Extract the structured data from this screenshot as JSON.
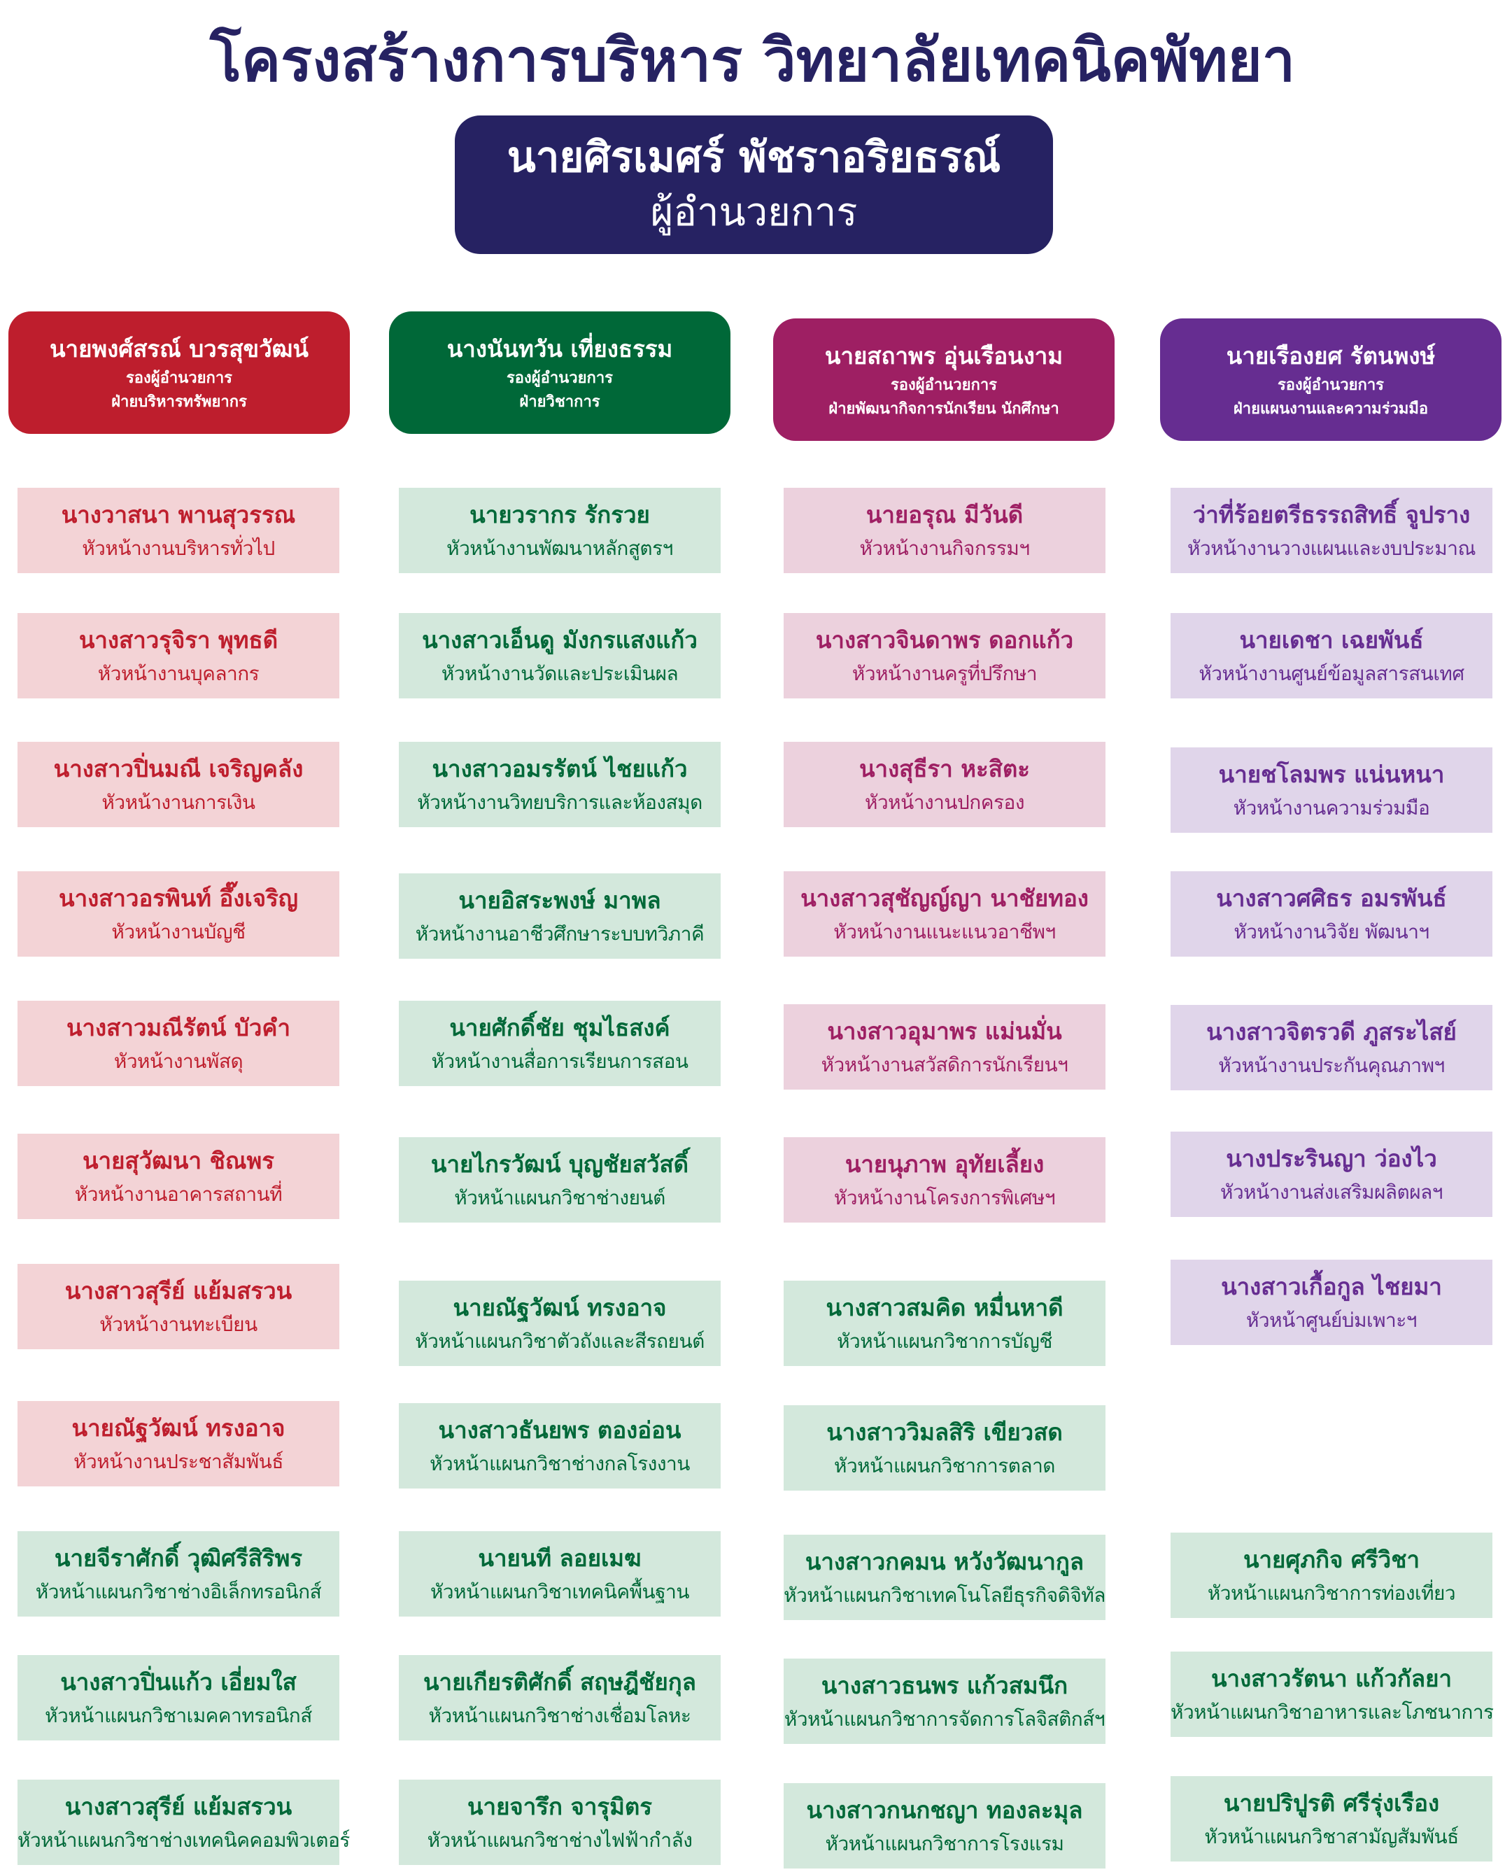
{
  "title": "โครงสร้างการบริหาร วิทยาลัยเทคนิคพัทยา",
  "director": {
    "name": "นายศิรเมศร์ พัชราอริยธรณ์",
    "position": "ผู้อำนวยการ"
  },
  "colors": {
    "navy": "#262262",
    "red": "#be1e2d",
    "red_card": "#f3d3d6",
    "red_text": "#be1e2d",
    "green": "#006838",
    "green_card": "#d3e8dc",
    "green_text": "#006838",
    "magenta": "#9e1f63",
    "magenta_card": "#ecd1dd",
    "magenta_text": "#9e1f63",
    "purple": "#662d91",
    "purple_card": "#e0d5ea",
    "purple_text": "#662d91"
  },
  "columns": [
    {
      "head": {
        "name": "นายพงศ์สรณ์ บวรสุขวัฒน์",
        "role": "รองผู้อำนวยการ",
        "dept": "ฝ่ายบริหารทรัพยากร"
      },
      "cards": [
        {
          "name": "นางวาสนา พานสุวรรณ",
          "position": "หัวหน้างานบริหารทั่วไป"
        },
        {
          "name": "นางสาวรุจิรา พุทธดี",
          "position": "หัวหน้างานบุคลากร"
        },
        {
          "name": "นางสาวปิ่นมณี เจริญคลัง",
          "position": "หัวหน้างานการเงิน"
        },
        {
          "name": "นางสาวอรพินท์ อึ๊งเจริญ",
          "position": "หัวหน้างานบัญชี"
        },
        {
          "name": "นางสาวมณีรัตน์ บัวคำ",
          "position": "หัวหน้างานพัสดุ"
        },
        {
          "name": "นายสุวัฒนา ชิณพร",
          "position": "หัวหน้างานอาคารสถานที่"
        },
        {
          "name": "นางสาวสุรีย์ แย้มสรวน",
          "position": "หัวหน้างานทะเบียน"
        },
        {
          "name": "นายณัฐวัฒน์ ทรงอาจ",
          "position": "หัวหน้างานประชาสัมพันธ์"
        },
        {
          "name": "นายจีราศักดิ์ วุฒิศรีสิริพร",
          "position": "หัวหน้าแผนกวิชาช่างอิเล็กทรอนิกส์"
        },
        {
          "name": "นางสาวปิ่นแก้ว เอี่ยมใส",
          "position": "หัวหน้าแผนกวิชาเมคคาทรอนิกส์"
        },
        {
          "name": "นางสาวสุรีย์ แย้มสรวน",
          "position": "หัวหน้าแผนกวิชาช่างเทคนิคคอมพิวเตอร์"
        }
      ]
    },
    {
      "head": {
        "name": "นางนันทวัน เที่ยงธรรม",
        "role": "รองผู้อำนวยการ",
        "dept": "ฝ่ายวิชาการ"
      },
      "cards": [
        {
          "name": "นายวรากร รักรวย",
          "position": "หัวหน้างานพัฒนาหลักสูตรฯ"
        },
        {
          "name": "นางสาวเอ็นดู มังกรแสงแก้ว",
          "position": "หัวหน้างานวัดและประเมินผล"
        },
        {
          "name": "นางสาวอมรรัตน์ ไชยแก้ว",
          "position": "หัวหน้างานวิทยบริการและห้องสมุด"
        },
        {
          "name": "นายอิสระพงษ์ มาพล",
          "position": "หัวหน้างานอาชีวศึกษาระบบทวิภาคี"
        },
        {
          "name": "นายศักดิ์ชัย ชุมไธสงค์",
          "position": "หัวหน้างานสื่อการเรียนการสอน"
        },
        {
          "name": "นายไกรวัฒน์ บุญชัยสวัสดิ์",
          "position": "หัวหน้าแผนกวิชาช่างยนต์"
        },
        {
          "name": "นายณัฐวัฒน์ ทรงอาจ",
          "position": "หัวหน้าแผนกวิชาตัวถังและสีรถยนต์"
        },
        {
          "name": "นางสาวธันยพร ตองอ่อน",
          "position": "หัวหน้าแผนกวิชาช่างกลโรงงาน"
        },
        {
          "name": "นายนที ลอยเมฆ",
          "position": "หัวหน้าแผนกวิชาเทคนิคพื้นฐาน"
        },
        {
          "name": "นายเกียรติศักดิ์ สฤษฎีชัยกุล",
          "position": "หัวหน้าแผนกวิชาช่างเชื่อมโลหะ"
        },
        {
          "name": "นายจารึก จารุมิตร",
          "position": "หัวหน้าแผนกวิชาช่างไฟฟ้ากำลัง"
        }
      ]
    },
    {
      "head": {
        "name": "นายสถาพร อุ่นเรือนงาม",
        "role": "รองผู้อำนวยการ",
        "dept": "ฝ่ายพัฒนากิจการนักเรียน นักศึกษา"
      },
      "cards": [
        {
          "name": "นายอรุณ มีวันดี",
          "position": "หัวหน้างานกิจกรรมฯ"
        },
        {
          "name": "นางสาวจินดาพร ดอกแก้ว",
          "position": "หัวหน้างานครูที่ปรึกษา"
        },
        {
          "name": "นางสุธีรา หะสิตะ",
          "position": "หัวหน้างานปกครอง"
        },
        {
          "name": "นางสาวสุชัญญ์ญา นาชัยทอง",
          "position": "หัวหน้างานแนะแนวอาชีพฯ"
        },
        {
          "name": "นางสาวอุมาพร แม่นมั่น",
          "position": "หัวหน้างานสวัสดิการนักเรียนฯ"
        },
        {
          "name": "นายนุภาพ อุทัยเลี้ยง",
          "position": "หัวหน้างานโครงการพิเศษฯ"
        },
        {
          "name": "นางสาวสมคิด หมื่นหาดี",
          "position": "หัวหน้าแผนกวิชาการบัญชี"
        },
        {
          "name": "นางสาววิมลสิริ เขียวสด",
          "position": "หัวหน้าแผนกวิชาการตลาด"
        },
        {
          "name": "นางสาวกคมน หวังวัฒนากูล",
          "position": "หัวหน้าแผนกวิชาเทคโนโลยีธุรกิจดิจิทัล"
        },
        {
          "name": "นางสาวธนพร แก้วสมนึก",
          "position": "หัวหน้าแผนกวิชาการจัดการโลจิสติกส์ฯ"
        },
        {
          "name": "นางสาวกนกชญา ทองละมุล",
          "position": "หัวหน้าแผนกวิชาการโรงแรม"
        }
      ]
    },
    {
      "head": {
        "name": "นายเรืองยศ รัตนพงษ์",
        "role": "รองผู้อำนวยการ",
        "dept": "ฝ่ายแผนงานและความร่วมมือ"
      },
      "cards": [
        {
          "name": "ว่าที่ร้อยตรีธรรถสิทธิ์ จูปราง",
          "position": "หัวหน้างานวางแผนและงบประมาณ"
        },
        {
          "name": "นายเดชา เฉยพันธ์",
          "position": "หัวหน้างานศูนย์ข้อมูลสารสนเทศ"
        },
        {
          "name": "นายชโลมพร แน่นหนา",
          "position": "หัวหน้างานความร่วมมือ"
        },
        {
          "name": "นางสาวศศิธร อมรพันธ์",
          "position": "หัวหน้างานวิจัย พัฒนาฯ"
        },
        {
          "name": "นางสาวจิตรวดี ภูสระไสย์",
          "position": "หัวหน้างานประกันคุณภาพฯ"
        },
        {
          "name": "นางประรินญา ว่องไว",
          "position": "หัวหน้างานส่งเสริมผลิตผลฯ"
        },
        {
          "name": "นางสาวเกื้อกูล ไชยมา",
          "position": "หัวหน้าศูนย์บ่มเพาะฯ"
        },
        {
          "name": "นายศุภกิจ ศรีวิชา",
          "position": "หัวหน้าแผนกวิชาการท่องเที่ยว"
        },
        {
          "name": "นางสาวรัตนา แก้วกัลยา",
          "position": "หัวหน้าแผนกวิชาอาหารและโภชนาการ"
        },
        {
          "name": "นายปริปูรติ ศรีรุ่งเรือง",
          "position": "หัวหน้าแผนกวิชาสามัญสัมพันธ์"
        }
      ]
    }
  ]
}
